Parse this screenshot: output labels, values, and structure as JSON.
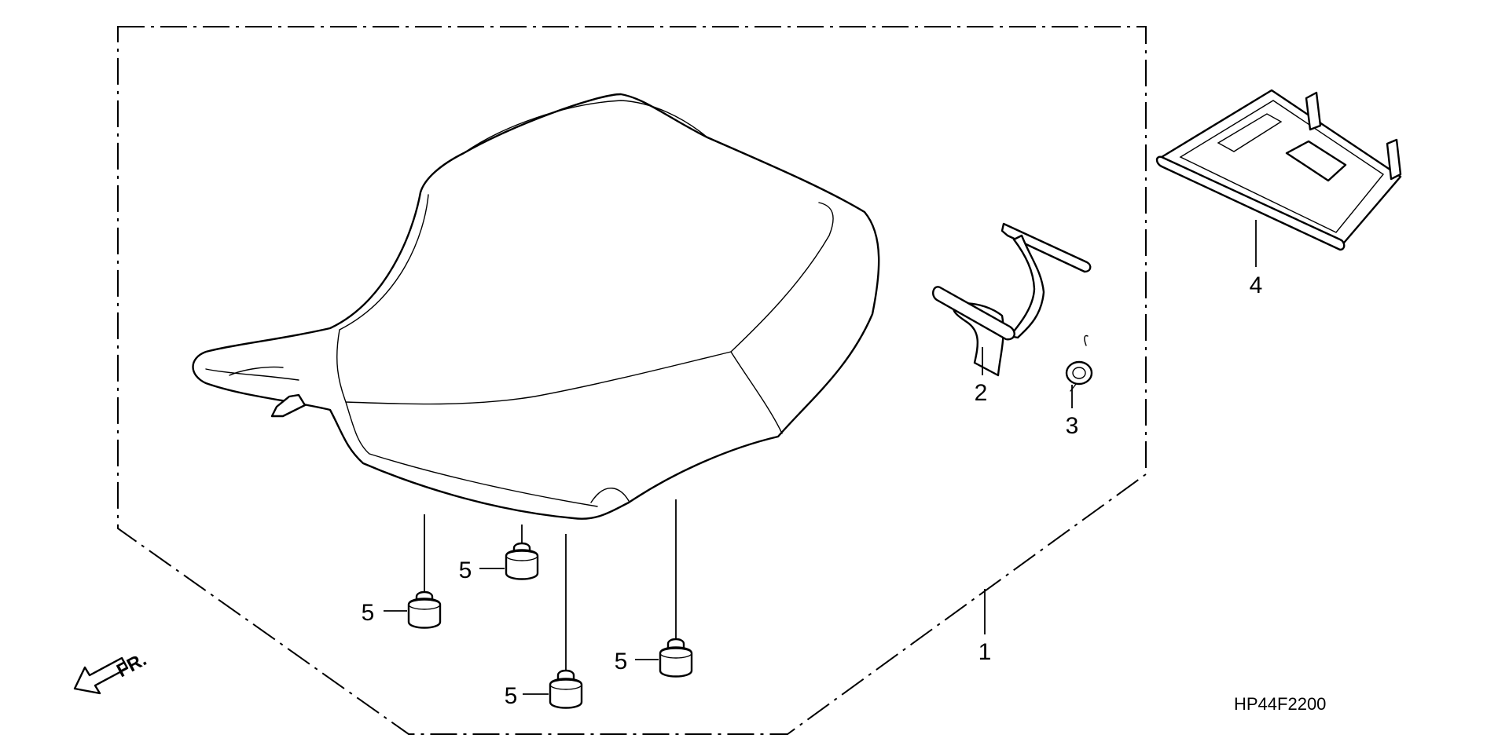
{
  "diagram": {
    "callouts": {
      "seat": "1",
      "hook": "2",
      "spring": "3",
      "tray": "4",
      "cushion": "5"
    },
    "diagram_code": "HP44F2200",
    "front_label": "FR.",
    "colors": {
      "line": "#000000",
      "background": "#ffffff"
    },
    "icons": {
      "front_arrow": "front-direction-arrow-icon"
    }
  }
}
